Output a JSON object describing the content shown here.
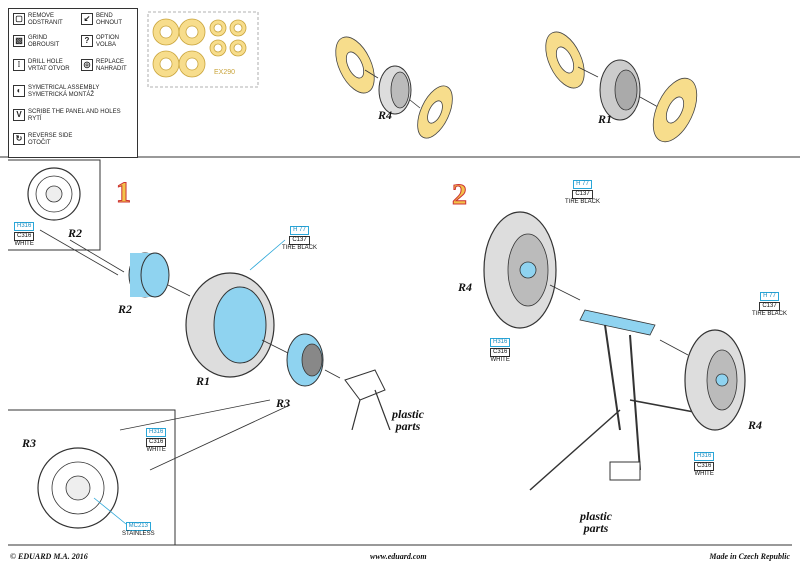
{
  "legend": {
    "items": [
      {
        "icon": "remove-icon",
        "line1": "REMOVE",
        "line2": "ODSTRANIT"
      },
      {
        "icon": "bend-icon",
        "line1": "BEND",
        "line2": "OHNOUT"
      },
      {
        "icon": "grind-icon",
        "line1": "GRIND",
        "line2": "OBROUSIT"
      },
      {
        "icon": "option-icon",
        "line1": "OPTION",
        "line2": "VOLBA"
      },
      {
        "icon": "drill-icon",
        "line1": "DRILL HOLE",
        "line2": "VRTAT OTVOR"
      },
      {
        "icon": "replace-icon",
        "line1": "REPLACE",
        "line2": "NAHRADIT"
      },
      {
        "icon": "symmetrical-icon",
        "line1": "SYMETRICAL ASSEMBLY",
        "line2": "SYMETRICKÁ MONTÁŽ"
      },
      {
        "icon": "scribe-icon",
        "line1": "SCRIBE THE PANEL AND HOLES",
        "line2": "RYTÍ"
      },
      {
        "icon": "reverse-icon",
        "line1": "REVERSE SIDE",
        "line2": "OTOČIT"
      }
    ]
  },
  "mask_sheet": {
    "code": "EX290"
  },
  "top_parts": {
    "left_label": "R4",
    "right_label": "R1"
  },
  "steps": {
    "one": "1",
    "two": "2"
  },
  "labels": {
    "r1": "R1",
    "r2": "R2",
    "r3": "R3",
    "r4_left": "R4",
    "r4_right": "R4",
    "r2_inset": "R2",
    "r3_inset": "R3"
  },
  "callouts": {
    "r2_inset": {
      "h": "H316",
      "c": "C316",
      "name": "WHITE"
    },
    "r1_tire": {
      "h": "H 77",
      "c": "C137",
      "name": "TIRE BLACK"
    },
    "r3_inset_white": {
      "h": "H316",
      "c": "C316",
      "name": "WHITE"
    },
    "r3_inset_steel": {
      "h": "MC213",
      "name": "STAINLESS"
    },
    "step2_tire_top": {
      "h": "H 77",
      "c": "C137",
      "name": "TIRE BLACK"
    },
    "step2_hub_left": {
      "h": "H316",
      "c": "C316",
      "name": "WHITE"
    },
    "step2_tire_right": {
      "h": "H 77",
      "c": "C137",
      "name": "TIRE BLACK"
    },
    "step2_hub_right": {
      "h": "H316",
      "c": "C316",
      "name": "WHITE"
    }
  },
  "plastic_parts": {
    "line1": "plastic",
    "line2": "parts"
  },
  "footer": {
    "left": "© EDUARD  M.A. 2016",
    "center": "www.eduard.com",
    "right": "Made in Czech Republic"
  },
  "colors": {
    "mask_yellow": "#f7dd8c",
    "mask_stroke": "#c9a43c",
    "blue_paint": "#8fd3f0",
    "callout_blue": "#2aa6d8",
    "step_number": "#f3c24a"
  }
}
